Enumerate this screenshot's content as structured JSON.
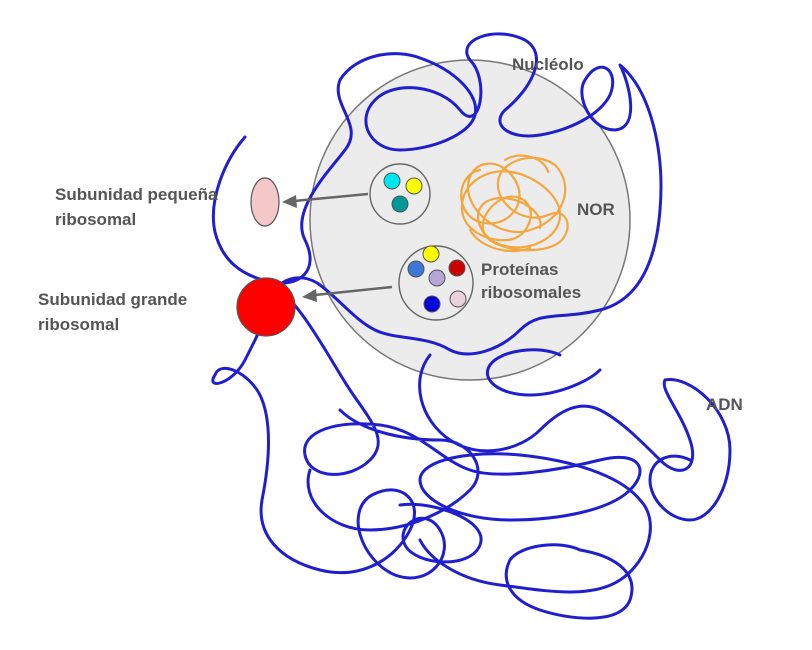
{
  "labels": {
    "nucleolus": "Nucléolo",
    "nor": "NOR",
    "small_subunit_line1": "Subunidad pequeña",
    "small_subunit_line2": "ribosomal",
    "large_subunit_line1": "Subunidad grande",
    "large_subunit_line2": "ribosomal",
    "proteins_line1": "Proteínas",
    "proteins_line2": "ribosomales",
    "dna": "ADN"
  },
  "colors": {
    "dna": "#1f1fcf",
    "nor_rna": "#f4a640",
    "nucleolus_fill": "#ececec",
    "small_subunit": "#f4c8c8",
    "large_subunit": "#ff0000",
    "arrow": "#666666"
  },
  "small_subunit_components": [
    {
      "color": "#00e5ee"
    },
    {
      "color": "#ffff00"
    },
    {
      "color": "#009999"
    }
  ],
  "large_subunit_components": [
    {
      "color": "#ffff00"
    },
    {
      "color": "#3c78d8"
    },
    {
      "color": "#b4a7d6"
    },
    {
      "color": "#cc0000"
    },
    {
      "color": "#0000dd"
    },
    {
      "color": "#ead1dc"
    }
  ]
}
